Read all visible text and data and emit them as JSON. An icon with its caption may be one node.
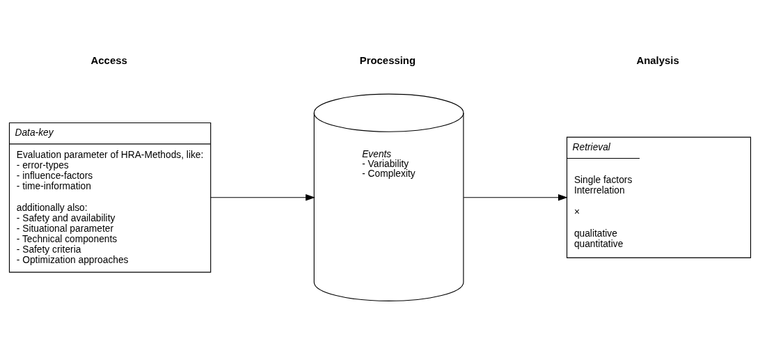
{
  "diagram": {
    "nodes": [
      {
        "text": [
          "Data-key",
          "Evaluation parameter of HRA-Methods, like:",
          "- error-types",
          "- influence-factors",
          "- time-information",
          "additionally also:",
          "- Safety and availability",
          "- Situational parameter",
          "- Technical components",
          "- Safety criteria",
          "- Optimization approaches"
        ]
      },
      {
        "text": [
          "Events",
          "- Variability",
          "- Complexity"
        ]
      },
      {
        "text": [
          "Retrieval",
          "Single factors",
          "Interrelation",
          "×",
          "qualitative",
          "quantitative"
        ]
      }
    ],
    "edges": [
      {
        "from": 0,
        "to": 1,
        "arrow": "to"
      },
      {
        "from": 1,
        "to": 2,
        "arrow": "to"
      }
    ],
    "labels": [
      "Access",
      "Processing",
      "Analysis"
    ]
  }
}
